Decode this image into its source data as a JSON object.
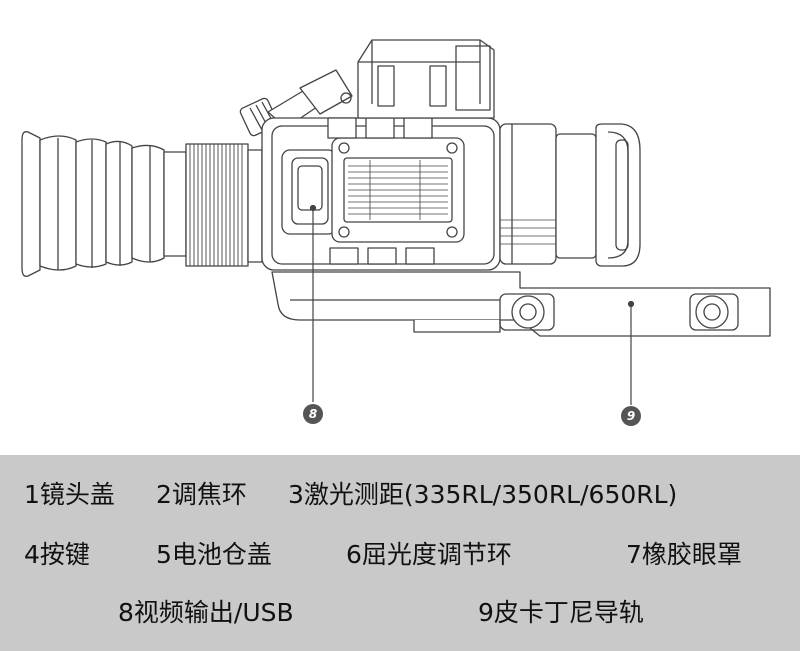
{
  "callouts": [
    {
      "number": "8"
    },
    {
      "number": "9"
    }
  ],
  "legend": {
    "row1": [
      "1镜头盖",
      "2调焦环",
      "3激光测距(335RL/350RL/650RL)"
    ],
    "row2": [
      "4按键",
      "5电池仓盖",
      "6屈光度调节环",
      "7橡胶眼罩"
    ],
    "row3": [
      "8视频输出/USB",
      "9皮卡丁尼导轨"
    ]
  },
  "colors": {
    "legend_background": "#c9c9c9",
    "line": "#444444",
    "marker_fill": "#555555"
  }
}
